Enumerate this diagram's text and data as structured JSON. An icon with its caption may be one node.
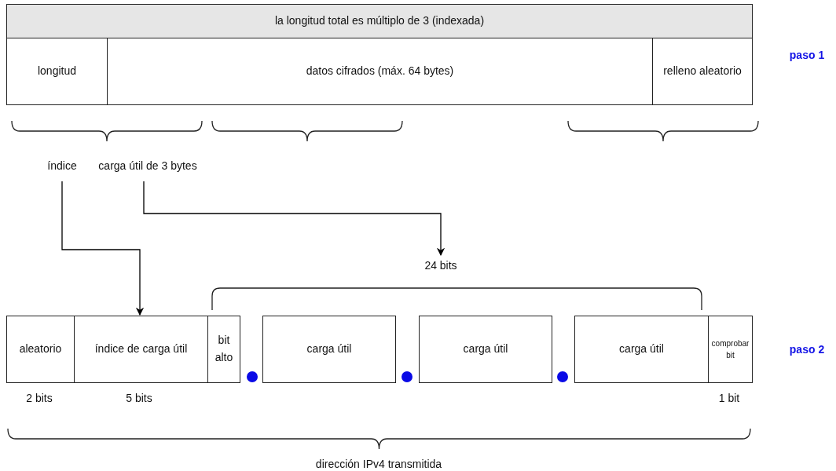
{
  "diagram": {
    "nodes": [
      {
        "text": [
          "la longitud total es múltiplo de 3 (indexada)"
        ]
      },
      {
        "text": [
          "longitud"
        ]
      },
      {
        "text": [
          "datos cifrados (máx. 64 bytes)"
        ]
      },
      {
        "text": [
          "relleno aleatorio"
        ]
      },
      {
        "text": [
          "índice"
        ]
      },
      {
        "text": [
          "carga útil de 3 bytes"
        ]
      },
      {
        "text": [
          "24 bits"
        ]
      },
      {
        "text": [
          "aleatorio"
        ]
      },
      {
        "text": [
          "índice de carga útil"
        ]
      },
      {
        "text": [
          "bit alto"
        ]
      },
      {
        "text": [
          "carga útil"
        ]
      },
      {
        "text": [
          "carga útil"
        ]
      },
      {
        "text": [
          "carga útil"
        ]
      },
      {
        "text": [
          "comprobar bit"
        ]
      }
    ],
    "edges": [
      {
        "from": 4,
        "to": 8,
        "arrow": "to"
      },
      {
        "from": 5,
        "to": 6,
        "arrow": "to"
      }
    ],
    "labels": [
      "paso 1",
      "paso 2",
      "2 bits",
      "5 bits",
      "1 bit",
      "dirección IPv4 transmitida"
    ]
  }
}
